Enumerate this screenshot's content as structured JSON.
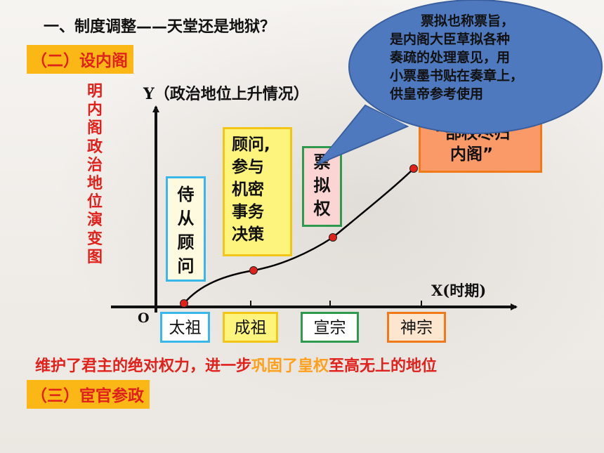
{
  "title": "一、制度调整——天堂还是地狱？",
  "section2": "（二）设内阁",
  "section3": "（三）宦官参政",
  "vertical_title": "明内阁政治地位演变图",
  "y_axis_label": "Y（政治地位上升情况）",
  "x_axis_label": "X(时期)",
  "origin_label": "O",
  "x_categories": [
    "太祖",
    "成祖",
    "宣宗",
    "神宗"
  ],
  "stage_boxes": {
    "taizu": "侍从顾问",
    "chengzu": [
      "顾问,",
      "参与",
      "机密",
      "事务",
      "决策"
    ],
    "xuanzong": "票拟权",
    "shenzong": [
      "“部权尽归",
      "内阁”"
    ]
  },
  "callout": [
    "票拟也称票旨，",
    "是内阁大臣草拟各种",
    "奏疏的处理意见，用",
    "小票墨书贴在奏章上，",
    "供皇帝参考使用"
  ],
  "conclusion": {
    "part1": "维护了君主的绝对权力，进一步",
    "hl1": "巩固了",
    "part2": "皇权",
    "part3": "至高无上的地位"
  },
  "colors": {
    "accent_red": "#e0211c",
    "section_bg": "#fbb716",
    "taizu_border": "#39b6ea",
    "chengzu_border": "#f3c516",
    "xuanzong_border": "#2e9a4e",
    "shenzong_border": "#f07a1a",
    "callout_fill": "#4f79be",
    "curve": "#000000",
    "point": "#e0211c"
  }
}
